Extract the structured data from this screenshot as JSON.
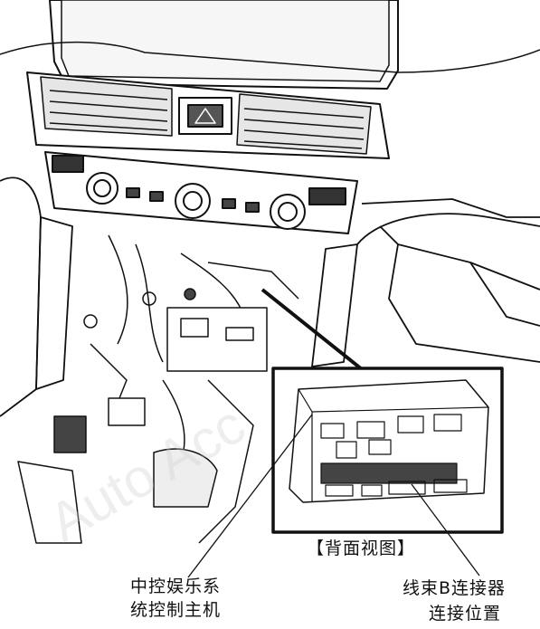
{
  "labels": {
    "rear_view": "【背面视图】",
    "head_unit_line1": "中控娱乐系",
    "head_unit_line2": "统控制主机",
    "connector_line1": "线束B连接器",
    "connector_line2": "连接位置"
  },
  "watermark": "Auto Acc",
  "colors": {
    "line": "#111111",
    "fill": "#ffffff",
    "shade": "#e6e6e6"
  }
}
